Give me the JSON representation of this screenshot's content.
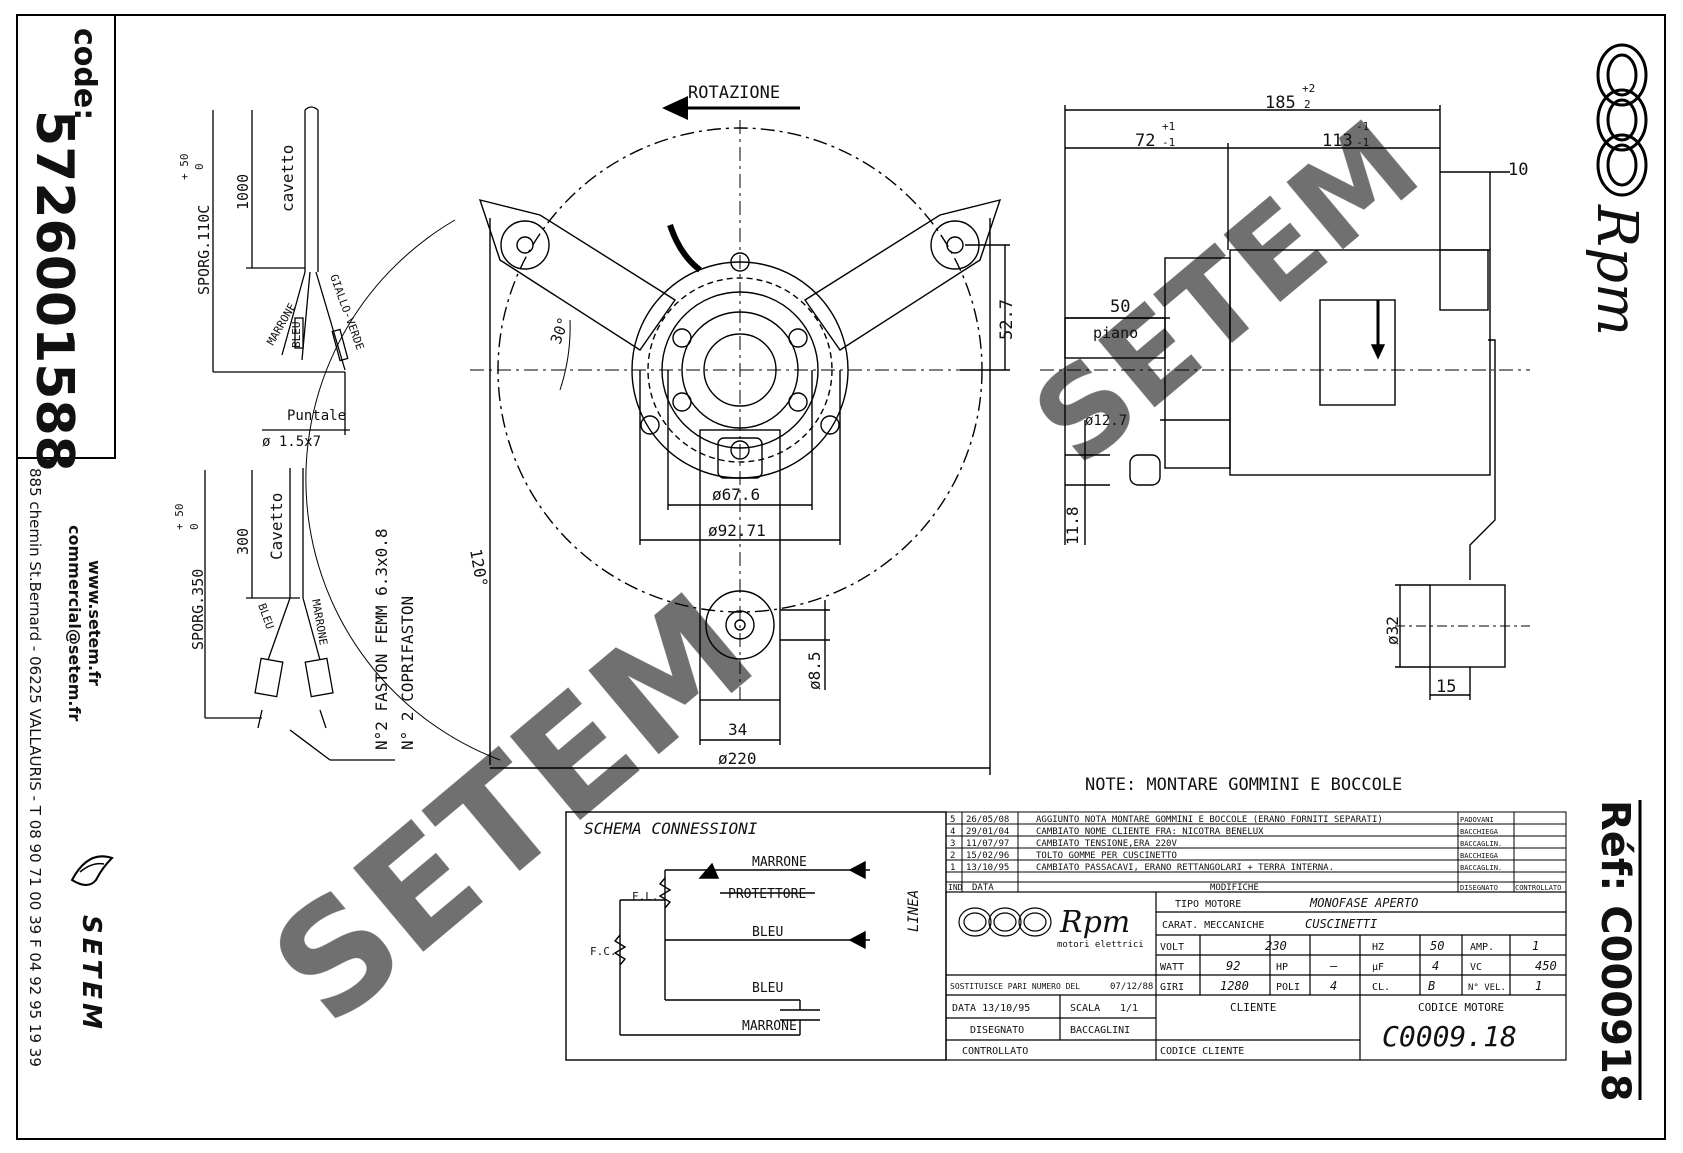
{
  "side": {
    "code_label": "code:",
    "code_value": "5726001588",
    "web": "www.setem.fr",
    "email": "commercial@setem.fr",
    "address": "885 chemin St.Bernard - 06225 VALLAURIS - T 08 90 71 00 39  F 04 92 95 19 39",
    "brand": "SETEM",
    "watermark": "SETEM"
  },
  "cable1": {
    "sporg": "SPORG.110C",
    "tol_plus": "+ 50",
    "tol_zero": "0",
    "length": "1000",
    "cavetto": "cavetto",
    "wires": [
      "MARRONE",
      "BLEU",
      "GIALLO-VERDE"
    ],
    "puntale": "Puntale",
    "puntale_size": "ø 1.5x7"
  },
  "cable2": {
    "sporg": "SPORG.350",
    "tol_plus": "+ 50",
    "tol_zero": "0",
    "length": "300",
    "cavetto": "Cavetto",
    "wires": [
      "BLEU",
      "MARRONE"
    ],
    "faston": "N°2 FASTON FEMM 6.3x0.8",
    "coprifaston": "N° 2 COPRIFASTON"
  },
  "front_view": {
    "rotation": "ROTAZIONE",
    "dim_52_7": "52.7",
    "angle_30": "30°",
    "angle_120": "120°",
    "d67": "ø67.6",
    "d92": "ø92.71",
    "d8_5": "ø8.5",
    "dim_34": "34",
    "d220": "ø220"
  },
  "side_view": {
    "dim_185": "185",
    "tol_185": [
      "+2",
      "2"
    ],
    "dim_72": "72",
    "tol_72": [
      "+1",
      "-1"
    ],
    "dim_113": "113",
    "tol_113": [
      "-1",
      "-1"
    ],
    "dim_10": "10",
    "dim_50": "50",
    "piano": "piano",
    "d12_7": "ø12.7",
    "dim_11_8": "11.8",
    "d32": "ø32",
    "dim_15": "15"
  },
  "note": "NOTE: MONTARE GOMMINI E BOCCOLE",
  "schema": {
    "title": "SCHEMA CONNESSIONI",
    "labels": [
      "MARRONE",
      "PROTETTORE",
      "BLEU",
      "BLEU",
      "MARRONE",
      "F.L.",
      "F.C.",
      "LINEA"
    ]
  },
  "revisions": {
    "rows": [
      {
        "ind": "5",
        "data": "26/05/08",
        "desc": "AGGIUNTO NOTA MONTARE GOMMINI E BOCCOLE (ERANO FORNITI SEPARATI)",
        "by": "PADOVANI"
      },
      {
        "ind": "4",
        "data": "29/01/04",
        "desc": "CAMBIATO NOME CLIENTE FRA: NICOTRA BENELUX",
        "by": "BACCHIEGA"
      },
      {
        "ind": "3",
        "data": "11/07/97",
        "desc": "CAMBIATO TENSIONE,ERA 220V",
        "by": "BACCAGLIN."
      },
      {
        "ind": "2",
        "data": "15/02/96",
        "desc": "TOLTO GOMME PER CUSCINETTO",
        "by": "BACCHIEGA"
      },
      {
        "ind": "1",
        "data": "13/10/95",
        "desc": "CAMBIATO PASSACAVI, ERANO RETTANGOLARI + TERRA INTERNA.",
        "by": "BACCAGLIN."
      }
    ],
    "head": {
      "ind": "IND",
      "data": "DATA",
      "mod": "MODIFICHE",
      "dis": "DISEGNATO",
      "con": "CONTROLLATO"
    }
  },
  "title_block": {
    "brand": "Rpm",
    "brand_sub": "motori elettrici",
    "tipo_label": "TIPO MOTORE",
    "tipo_value": "MONOFASE APERTO",
    "carat_label": "CARAT. MECCANICHE",
    "carat_value": "CUSCINETTI",
    "volt_label": "VOLT",
    "volt_value": "230",
    "hz_label": "HZ",
    "hz_value": "50",
    "amp_label": "AMP.",
    "amp_value": "1",
    "watt_label": "WATT",
    "watt_value": "92",
    "hp_label": "HP",
    "hp_value": "–",
    "uf_label": "µF",
    "uf_value": "4",
    "vc_label": "VC",
    "vc_value": "450",
    "giri_label": "GIRI",
    "giri_value": "1280",
    "poli_label": "POLI",
    "poli_value": "4",
    "cl_label": "CL.",
    "cl_value": "B",
    "vel_label": "N° VEL.",
    "vel_value": "1",
    "sostituisce": "SOSTITUISCE PARI NUMERO DEL",
    "sostituisce_date": "07/12/88",
    "data_label": "DATA 13/10/95",
    "scala_label": "SCALA",
    "scala_value": "1/1",
    "cliente_label": "CLIENTE",
    "codice_motore_label": "CODICE MOTORE",
    "codice_motore_value": "C0009.18",
    "disegnato_label": "DISEGNATO",
    "disegnato_value": "BACCAGLINI",
    "controllato_label": "CONTROLLATO",
    "codice_cliente_label": "CODICE CLIENTE"
  },
  "right": {
    "logo": "Rpm",
    "ref": "Réf: C000918"
  }
}
